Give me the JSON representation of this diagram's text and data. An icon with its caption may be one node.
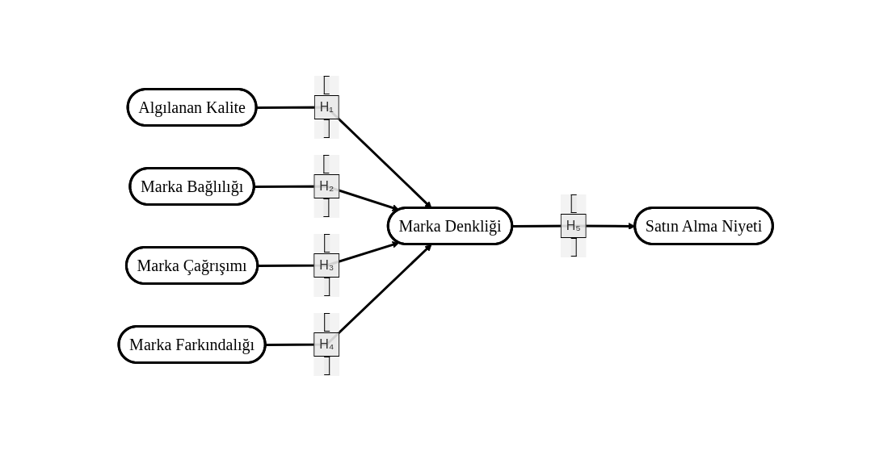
{
  "diagram": {
    "nodes": [
      {
        "text": [
          "Algılanan Kalite"
        ]
      },
      {
        "text": [
          "Marka Bağlılığı"
        ]
      },
      {
        "text": [
          "Marka Çağrışımı"
        ]
      },
      {
        "text": [
          "Marka Farkındalığı"
        ]
      },
      {
        "text": [
          "Marka Denkliği"
        ]
      },
      {
        "text": [
          "Satın Alma Niyeti"
        ]
      }
    ],
    "edges": [
      {
        "from": 0,
        "to": 4,
        "arrow": "to",
        "label": "H₁"
      },
      {
        "from": 1,
        "to": 4,
        "arrow": "to",
        "label": "H₂"
      },
      {
        "from": 2,
        "to": 4,
        "arrow": "to",
        "label": "H₃"
      },
      {
        "from": 3,
        "to": 4,
        "arrow": "to",
        "label": "H₄"
      },
      {
        "from": 4,
        "to": 5,
        "arrow": "to",
        "label": "H₅"
      }
    ]
  }
}
